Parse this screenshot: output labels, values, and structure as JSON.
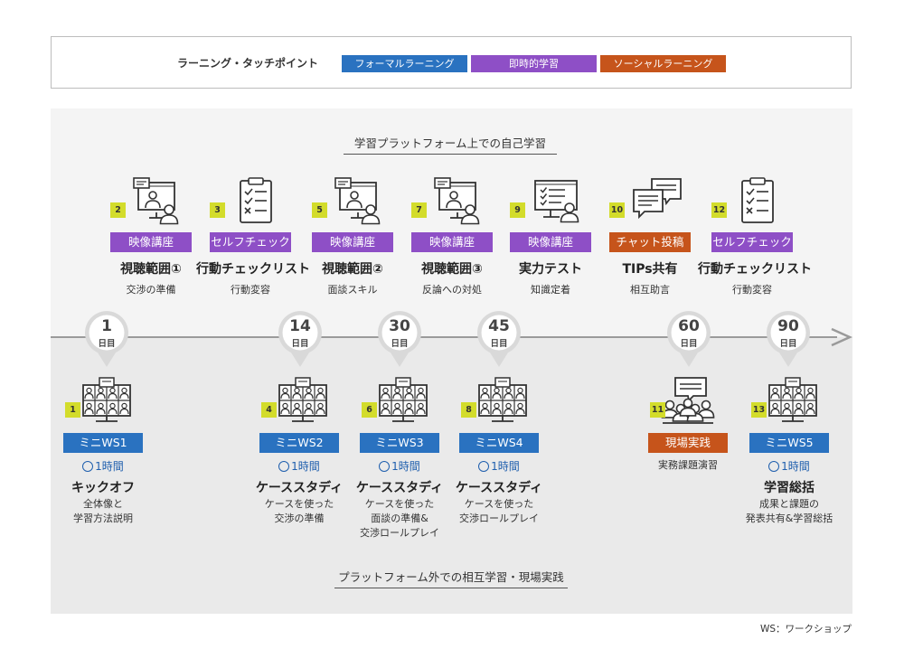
{
  "legend": {
    "title": "ラーニング・タッチポイント",
    "items": [
      {
        "label": "フォーマルラーニング",
        "color": "#2a72c0"
      },
      {
        "label": "即時的学習",
        "color": "#8e4fc6"
      },
      {
        "label": "ソーシャルラーニング",
        "color": "#c6541b"
      }
    ]
  },
  "sections": {
    "top": "学習プラットフォーム上での自己学習",
    "bottom": "プラットフォーム外での相互学習・現場実践"
  },
  "days": [
    {
      "num": "1",
      "unit": "日目"
    },
    {
      "num": "14",
      "unit": "日目"
    },
    {
      "num": "30",
      "unit": "日目"
    },
    {
      "num": "45",
      "unit": "日目"
    },
    {
      "num": "60",
      "unit": "日目"
    },
    {
      "num": "90",
      "unit": "日目"
    }
  ],
  "top_items": [
    {
      "num": "2",
      "badge": "映像講座",
      "title": "視聴範囲①",
      "sub": "交渉の準備",
      "icon": "video-lecture-icon"
    },
    {
      "num": "3",
      "badge": "セルフチェック",
      "title": "行動チェックリスト",
      "sub": "行動変容",
      "icon": "checklist-icon"
    },
    {
      "num": "5",
      "badge": "映像講座",
      "title": "視聴範囲②",
      "sub": "面談スキル",
      "icon": "video-lecture-icon"
    },
    {
      "num": "7",
      "badge": "映像講座",
      "title": "視聴範囲③",
      "sub": "反論への対処",
      "icon": "video-lecture-icon"
    },
    {
      "num": "9",
      "badge": "映像講座",
      "title": "実力テスト",
      "sub": "知識定着",
      "icon": "test-monitor-icon"
    },
    {
      "num": "10",
      "badge": "チャット投稿",
      "title": "TIPs共有",
      "sub": "相互助言",
      "icon": "chat-bubbles-icon"
    },
    {
      "num": "12",
      "badge": "セルフチェック",
      "title": "行動チェックリスト",
      "sub": "行動変容",
      "icon": "checklist-icon"
    }
  ],
  "bottom_items": [
    {
      "num": "1",
      "badge": "ミニWS1",
      "duration": "1時間",
      "title": "キックオフ",
      "sub": [
        "全体像と",
        "学習方法説明"
      ],
      "icon": "online-meeting-icon"
    },
    {
      "num": "4",
      "badge": "ミニWS2",
      "duration": "1時間",
      "title": "ケーススタディ",
      "sub": [
        "ケースを使った",
        "交渉の準備"
      ],
      "icon": "online-meeting-icon"
    },
    {
      "num": "6",
      "badge": "ミニWS3",
      "duration": "1時間",
      "title": "ケーススタディ",
      "sub": [
        "ケースを使った",
        "面談の準備&",
        "交渉ロールプレイ"
      ],
      "icon": "online-meeting-icon"
    },
    {
      "num": "8",
      "badge": "ミニWS4",
      "duration": "1時間",
      "title": "ケーススタディ",
      "sub": [
        "ケースを使った",
        "交渉ロールプレイ"
      ],
      "icon": "online-meeting-icon"
    },
    {
      "num": "11",
      "badge": "現場実践",
      "duration": "",
      "title": "",
      "sub": [
        "実務課題演習"
      ],
      "icon": "group-discussion-icon"
    },
    {
      "num": "13",
      "badge": "ミニWS5",
      "duration": "1時間",
      "title": "学習総括",
      "sub": [
        "成果と課題の",
        "発表共有&学習総括"
      ],
      "icon": "online-meeting-icon"
    }
  ],
  "footnote": "WS：ワークショップ"
}
